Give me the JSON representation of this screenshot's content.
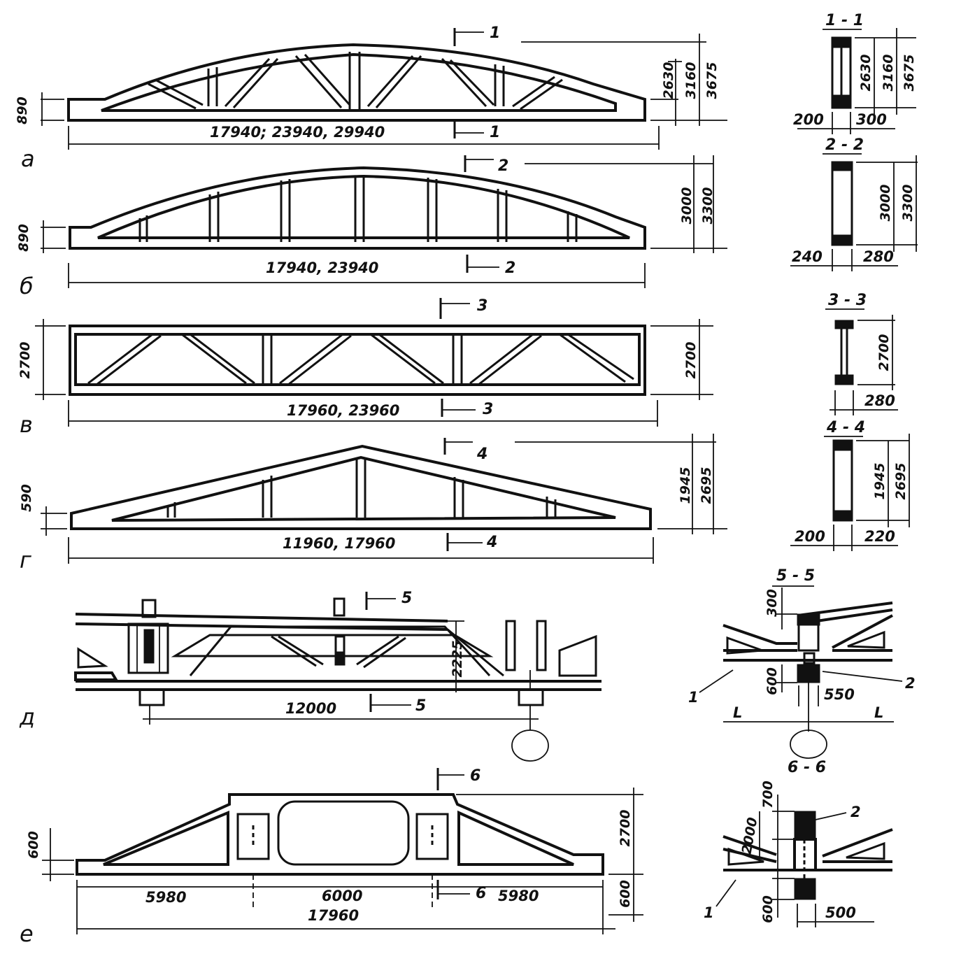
{
  "panels": {
    "a": {
      "label": "а",
      "span": "17940; 23940, 29940",
      "end_height": "890",
      "heights": [
        "2630",
        "3160",
        "3675"
      ],
      "cut": "1",
      "section": {
        "title": "1 - 1",
        "heights": [
          "2630",
          "3160",
          "3675"
        ],
        "widths": [
          "200",
          "300"
        ]
      }
    },
    "b": {
      "label": "б",
      "span": "17940, 23940",
      "end_height": "890",
      "heights": [
        "3000",
        "3300"
      ],
      "cut": "2",
      "section": {
        "title": "2 - 2",
        "heights": [
          "3000",
          "3300"
        ],
        "widths": [
          "240",
          "280"
        ]
      }
    },
    "v": {
      "label": "в",
      "span": "17960, 23960",
      "end_height": "2700",
      "heights": [
        "2700"
      ],
      "cut": "3",
      "section": {
        "title": "3 - 3",
        "heights": [
          "2700"
        ],
        "widths": [
          "280"
        ]
      }
    },
    "g": {
      "label": "г",
      "span": "11960, 17960",
      "end_height": "590",
      "heights": [
        "1945",
        "2695"
      ],
      "cut": "4",
      "section": {
        "title": "4 - 4",
        "heights": [
          "1945",
          "2695"
        ],
        "widths": [
          "200",
          "220"
        ]
      }
    },
    "d": {
      "label": "д",
      "span": "12000",
      "height": "2225",
      "cut": "5",
      "section": {
        "title": "5 - 5",
        "dims": [
          "300",
          "600",
          "550"
        ],
        "spans": [
          "L",
          "L"
        ],
        "callouts": [
          "1",
          "2"
        ],
        "sub_title": "6 - 6"
      }
    },
    "e": {
      "label": "е",
      "end_height": "600",
      "heights": [
        "2700",
        "600"
      ],
      "segments": [
        "5980",
        "6000",
        "5980"
      ],
      "total": "17960",
      "cut": "6",
      "section": {
        "dims": [
          "700",
          "2000",
          "600",
          "500"
        ],
        "callouts": [
          "2",
          "1"
        ]
      }
    }
  }
}
